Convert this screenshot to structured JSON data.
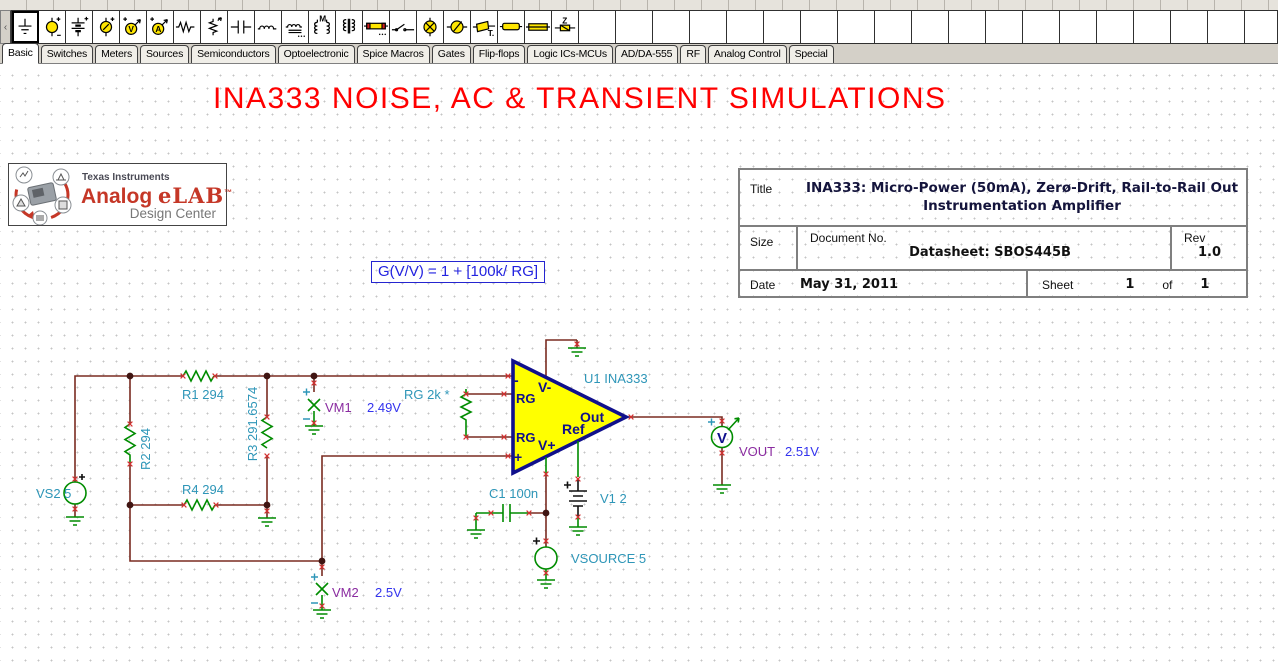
{
  "toolbar": {
    "scroll_left_glyph": "‹",
    "icons": [
      "ground",
      "voltage-source",
      "battery",
      "voltage-generator",
      "voltmeter",
      "ammeter",
      "resistor",
      "potentiometer",
      "capacitor",
      "inductor",
      "inductor-with-core",
      "transformer-m",
      "transformer",
      "fuse",
      "switch",
      "lamp",
      "varistor",
      "thyristor",
      "relay-block",
      "fuse-block",
      "impedance"
    ],
    "glyphs": {
      "v": "V",
      "a": "A",
      "m": "M",
      "z": "Z",
      "t": "T.",
      "plus": "+"
    }
  },
  "tabs": {
    "active": "Basic",
    "items": [
      "Basic",
      "Switches",
      "Meters",
      "Sources",
      "Semiconductors",
      "Optoelectronic",
      "Spice Macros",
      "Gates",
      "Flip-flops",
      "Logic ICs-MCUs",
      "AD/DA-555",
      "RF",
      "Analog Control",
      "Special"
    ]
  },
  "canvas": {
    "heading": "INA333 NOISE, AC & TRANSIENT SIMULATIONS",
    "formula": "G(V/V) = 1 + [100k/ RG]",
    "logo": {
      "brand": "Texas Instruments",
      "title": "Analog ",
      "title2": "eLAB",
      "tm": "™",
      "subtitle": "Design Center"
    },
    "title_block": {
      "title_label": "Title",
      "title_line1": "INA333: Micro-Power (50mA), Zerø-Drift, Rail-to-Rail Out",
      "title_line2": "Instrumentation Amplifier",
      "size_label": "Size",
      "doc_label": "Document No.",
      "doc_value": "Datasheet: SBOS445B",
      "rev_label": "Rev",
      "rev_value": "1.0",
      "date_label": "Date",
      "date_value": "May 31, 2011",
      "sheet_label": "Sheet",
      "sheet_num": "1",
      "of_label": "of",
      "sheet_total": "1"
    },
    "circuit": {
      "vs2": "VS2 5",
      "r1": "R1 294",
      "r2": "R2 294",
      "r3": "R3 291.6574",
      "r4": "R4 294",
      "vm1": "VM1",
      "vm1_value": "2.49V",
      "vm2": "VM2",
      "vm2_value": "2.5V",
      "rg": "RG 2k *",
      "u1": "U1 INA333",
      "c1": "C1 100n",
      "v1": "V1 2",
      "vsource": "VSOURCE 5",
      "vout": "VOUT",
      "vout_value": "2.51V",
      "meter_letter": "V",
      "pins": {
        "minus": "-",
        "plus": "+",
        "rg_top": "RG",
        "rg_bot": "RG",
        "vminus": "V-",
        "vplus": "V+",
        "out": "Out",
        "ref": "Ref"
      }
    },
    "colors": {
      "heading": "#FF0000",
      "wire": "#7A2B21",
      "component": "#008C00",
      "opamp_fill": "#FFFF00",
      "opamp_border": "#10108C",
      "label_teal": "#2E96B8",
      "label_purple": "#8A2BA0",
      "label_blue": "#3333EE",
      "terminal_red": "#D43030"
    }
  }
}
